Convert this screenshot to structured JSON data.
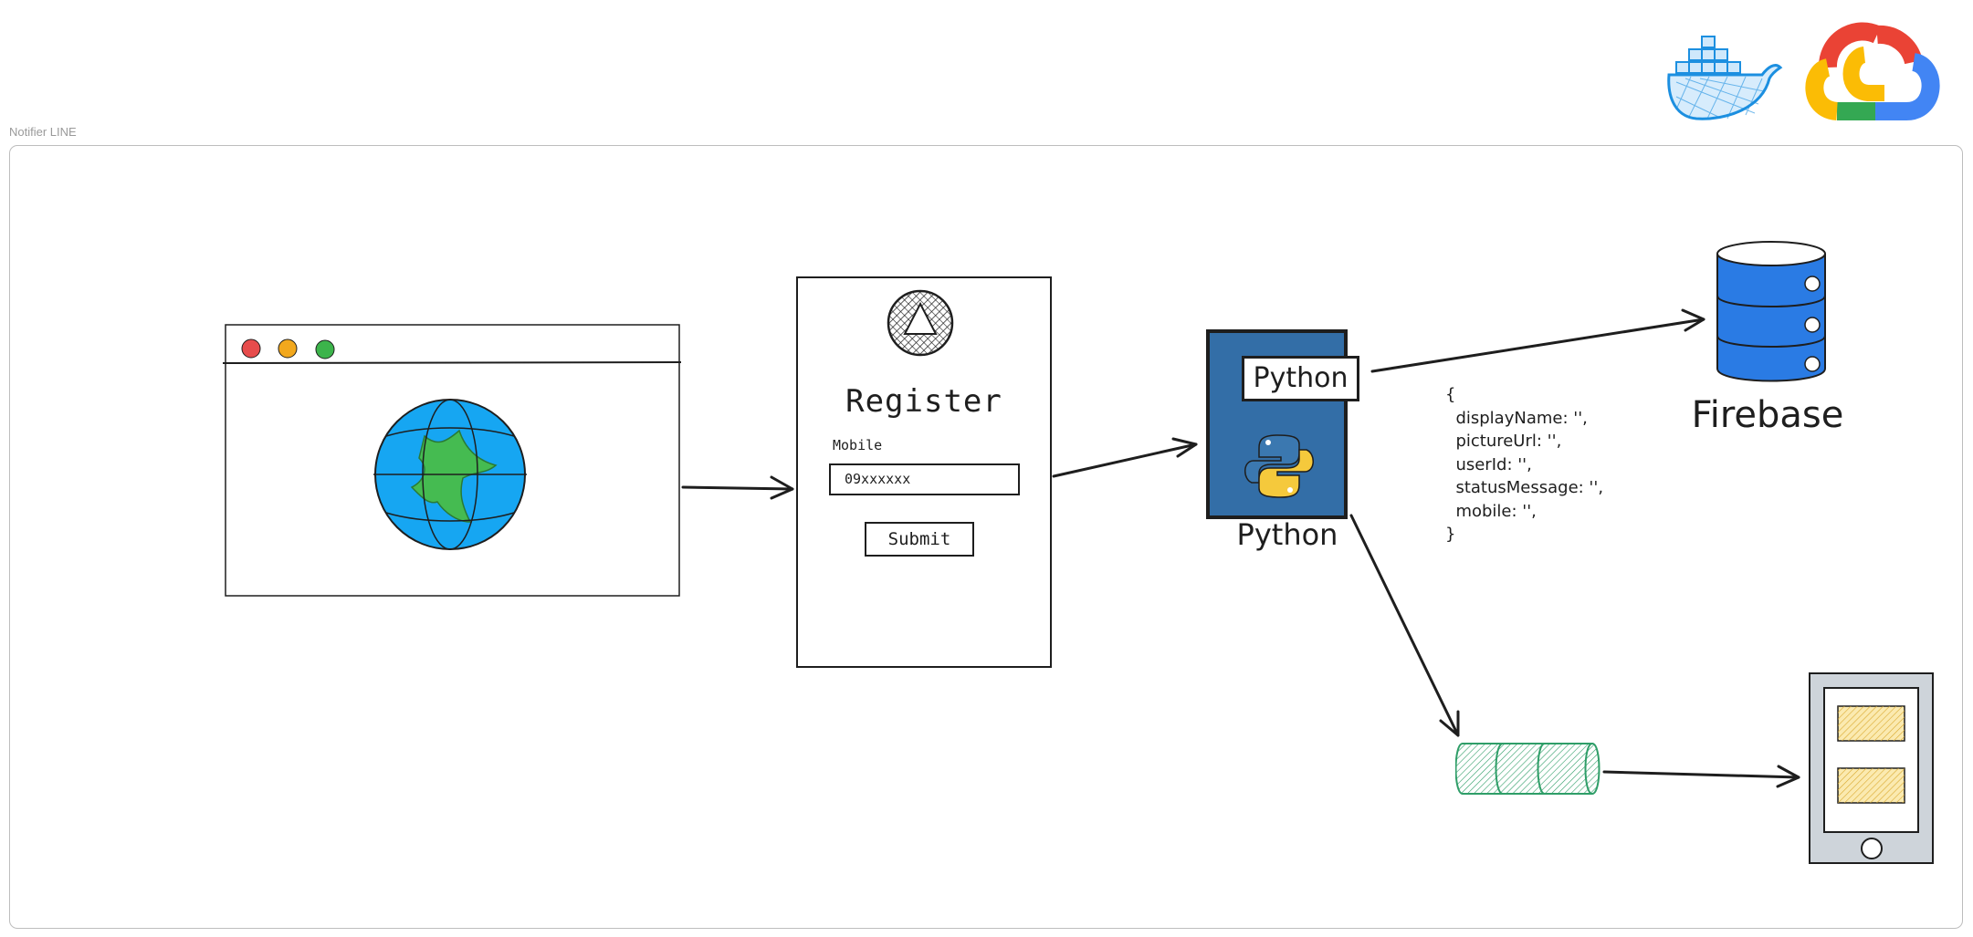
{
  "frame": {
    "label": "Notifier LINE"
  },
  "register_form": {
    "title": "Register",
    "mobile_label": "Mobile",
    "mobile_value": "09xxxxxx",
    "submit_label": "Submit"
  },
  "python": {
    "box_label": "Python",
    "caption": "Python"
  },
  "payload": {
    "lines": [
      "{",
      "  displayName: '',",
      "  pictureUrl: '',",
      "  userId: '',",
      "  statusMessage: '',",
      "  mobile: '',",
      "}"
    ]
  },
  "firebase": {
    "label": "Firebase"
  },
  "icons": [
    "docker-icon",
    "google-cloud-icon",
    "browser-window-icon",
    "globe-icon",
    "python-logo-icon",
    "database-icon",
    "queue-icon",
    "mobile-phone-icon"
  ],
  "colors": {
    "python_box": "#336ea7",
    "database_blue": "#2a7be4",
    "globe_blue": "#16a6f2",
    "globe_land": "#45bb51",
    "queue_green": "#2f9e68",
    "note_yellow": "#f5d76e",
    "dot_red": "#e74c4c",
    "dot_yellow": "#f2a81d",
    "dot_green": "#3cb44b"
  }
}
